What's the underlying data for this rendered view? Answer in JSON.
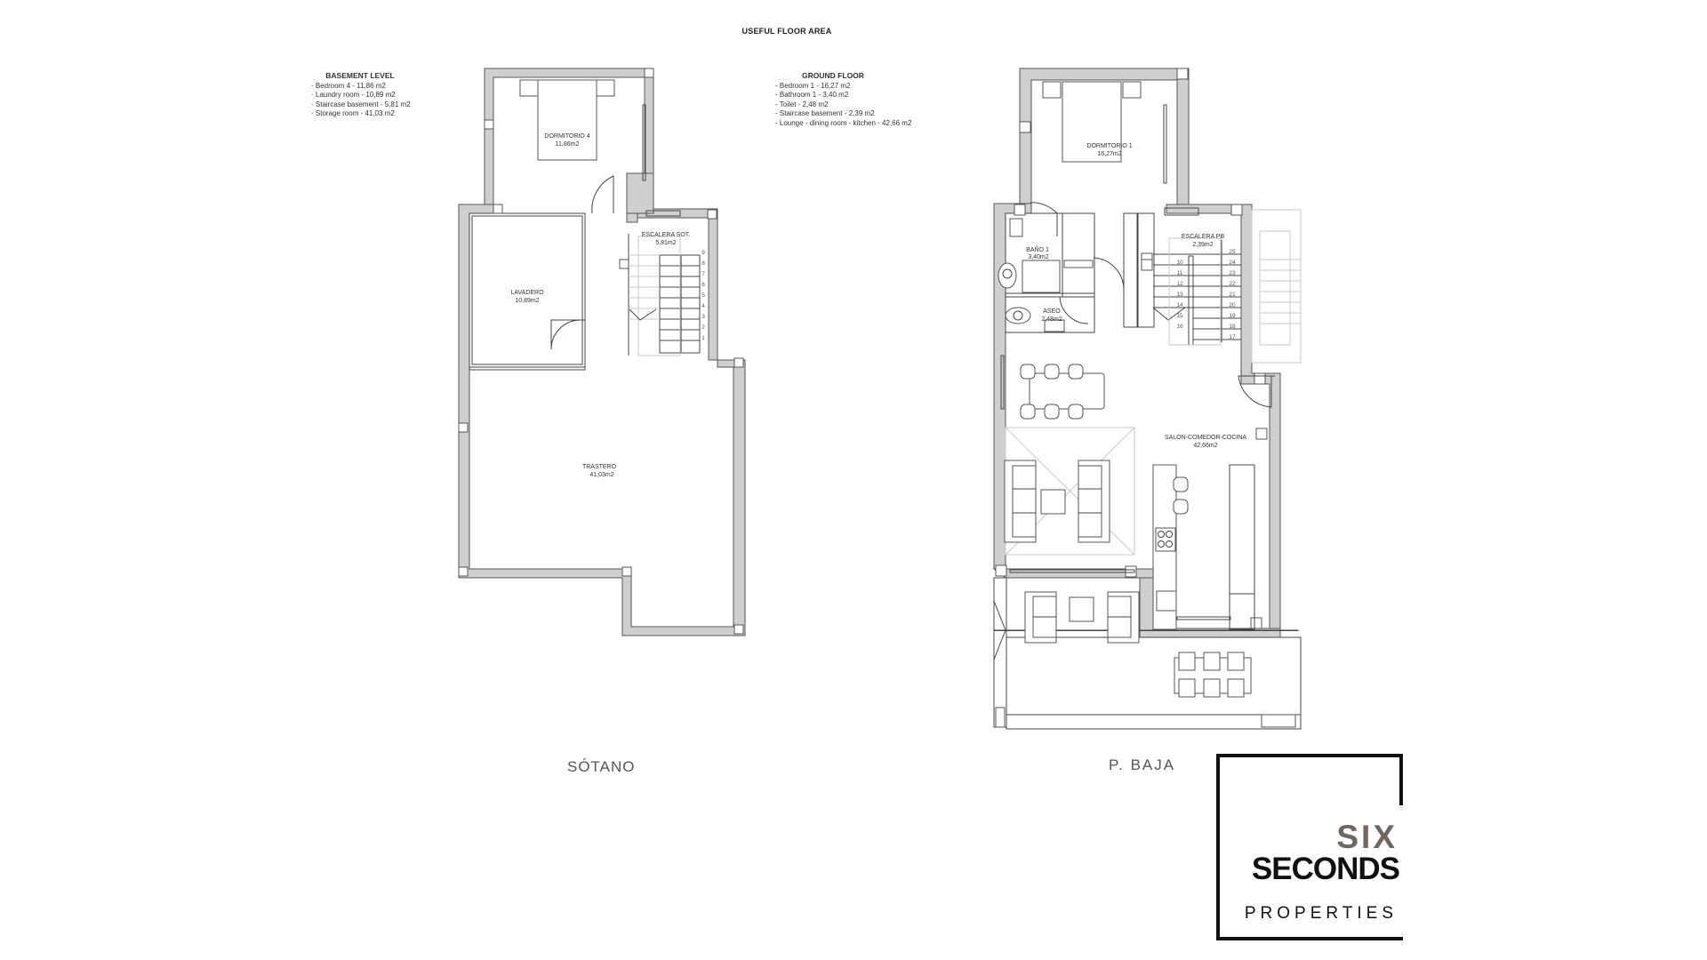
{
  "header": {
    "title": "USEFUL FLOOR AREA"
  },
  "legend": {
    "basement": {
      "heading": "BASEMENT LEVEL",
      "items": [
        "· Bedroom 4 - 11,86 m2",
        "· Laundry room - 10,89 m2",
        "· Staircase basement - 5,81 m2",
        "· Storage room - 41,03 m2"
      ]
    },
    "ground": {
      "heading": "GROUND FLOOR",
      "items": [
        "- Bedroom 1 - 16,27 m2",
        "- Bathroom 1 - 3,40 m2",
        "- Toilet - 2,48 m2",
        "- Staircase basement - 2,39 m2",
        "- Lounge - dining room - kitchen - 42,66 m2"
      ]
    }
  },
  "plans": {
    "basement": {
      "label": "SÓTANO",
      "rooms": [
        {
          "name": "DORMITORIO 4",
          "area": "11,86m2"
        },
        {
          "name": "LAVADERO",
          "area": "10,89m2"
        },
        {
          "name": "ESCALERA SOT.",
          "area": "5,81m2"
        },
        {
          "name": "TRASTERO",
          "area": "41,03m2"
        }
      ],
      "stair_steps": [
        "9",
        "8",
        "7",
        "6",
        "5",
        "4",
        "3",
        "2",
        "1"
      ]
    },
    "ground": {
      "label": "P.  BAJA",
      "rooms": [
        {
          "name": "DORMITORIO 1",
          "area": "16,27m2"
        },
        {
          "name": "BAÑO 1",
          "area": "3,40m2"
        },
        {
          "name": "ASEO",
          "area": "2,48m2"
        },
        {
          "name": "ESCALERA PB",
          "area": "2,39m2"
        },
        {
          "name": "SALÓN-COMEDOR-COCINA",
          "area": "42,66m2"
        }
      ],
      "stair_steps_left": [
        "10",
        "11",
        "12",
        "13",
        "14",
        "15",
        "16"
      ],
      "stair_steps_right": [
        "25",
        "24",
        "23",
        "22",
        "21",
        "20",
        "19",
        "18",
        "17"
      ]
    }
  },
  "logo": {
    "line1": "SIX",
    "line2": "SECONDS",
    "line3": "PROPERTIES",
    "accent_color": "#6e6660",
    "text_color": "#111111"
  },
  "colors": {
    "wall_fill": "#cfcfcf",
    "wall_stroke": "#555555",
    "line": "#444444",
    "faint_line": "#c8c8c8"
  }
}
